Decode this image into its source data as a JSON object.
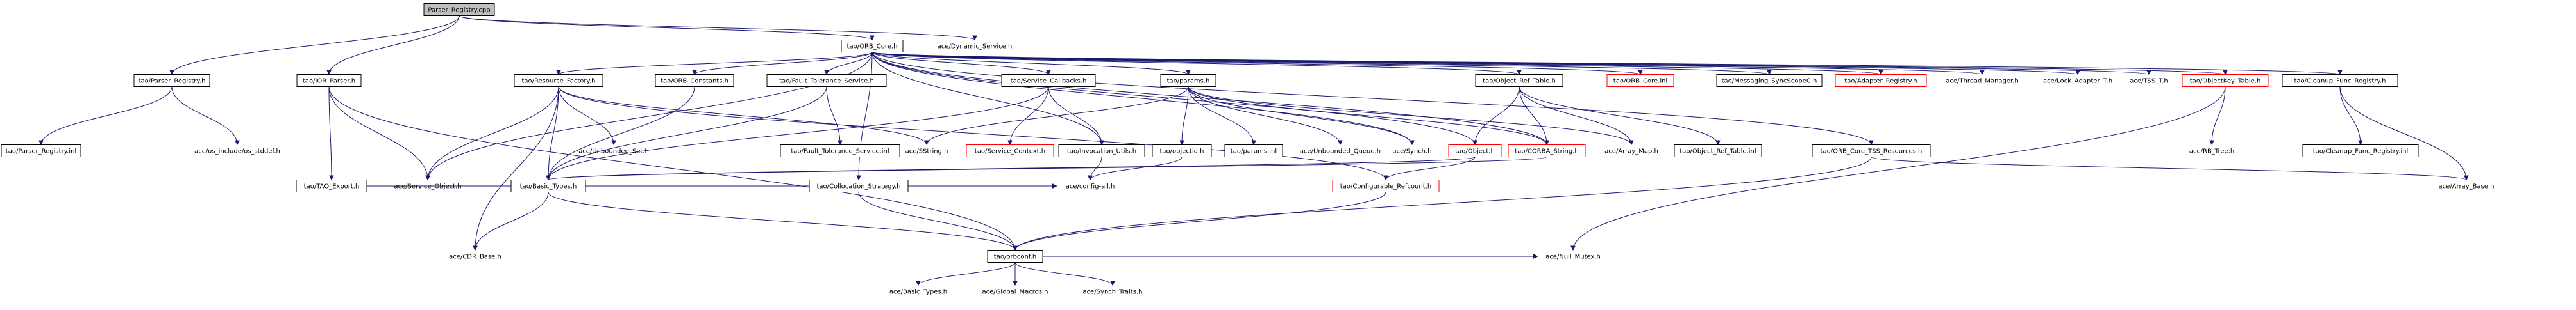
{
  "graph": {
    "edge_color": "#191970",
    "border_red": "#ff0000",
    "root_fill": "#bfbfbf",
    "nodes": [
      {
        "id": "parser_registry_cpp",
        "label": "Parser_Registry.cpp",
        "style": "root"
      },
      {
        "id": "tao_parser_registry_h",
        "label": "tao/Parser_Registry.h",
        "style": "plain"
      },
      {
        "id": "tao_orb_core_h",
        "label": "tao/ORB_Core.h",
        "style": "plain"
      },
      {
        "id": "ace_dynamic_service_h",
        "label": "ace/Dynamic_Service.h",
        "style": "none"
      },
      {
        "id": "tao_parser_registry_inl",
        "label": "tao/Parser_Registry.inl",
        "style": "plain"
      },
      {
        "id": "ace_os_include_os_stddef_h",
        "label": "ace/os_include/os_stddef.h",
        "style": "none"
      },
      {
        "id": "tao_ior_parser_h",
        "label": "tao/IOR_Parser.h",
        "style": "plain"
      },
      {
        "id": "tao_tao_export_h",
        "label": "tao/TAO_Export.h",
        "style": "plain"
      },
      {
        "id": "ace_service_object_h",
        "label": "ace/Service_Object.h",
        "style": "none"
      },
      {
        "id": "tao_resource_factory_h",
        "label": "tao/Resource_Factory.h",
        "style": "plain"
      },
      {
        "id": "ace_unbounded_set_h",
        "label": "ace/Unbounded_Set.h",
        "style": "none"
      },
      {
        "id": "tao_orb_constants_h",
        "label": "tao/ORB_Constants.h",
        "style": "plain"
      },
      {
        "id": "tao_fault_tolerance_service_h",
        "label": "tao/Fault_Tolerance_Service.h",
        "style": "plain"
      },
      {
        "id": "tao_fault_tolerance_service_inl",
        "label": "tao/Fault_Tolerance_Service.inl",
        "style": "plain"
      },
      {
        "id": "ace_sstring_h",
        "label": "ace/SString.h",
        "style": "none"
      },
      {
        "id": "tao_service_callbacks_h",
        "label": "tao/Service_Callbacks.h",
        "style": "plain"
      },
      {
        "id": "tao_service_context_h",
        "label": "tao/Service_Context.h",
        "style": "red"
      },
      {
        "id": "tao_invocation_utils_h",
        "label": "tao/Invocation_Utils.h",
        "style": "plain"
      },
      {
        "id": "tao_params_h",
        "label": "tao/params.h",
        "style": "plain"
      },
      {
        "id": "tao_objectid_h",
        "label": "tao/objectid.h",
        "style": "plain"
      },
      {
        "id": "tao_params_inl",
        "label": "tao/params.inl",
        "style": "plain"
      },
      {
        "id": "ace_unbounded_queue_h",
        "label": "ace/Unbounded_Queue.h",
        "style": "none"
      },
      {
        "id": "ace_synch_h",
        "label": "ace/Synch.h",
        "style": "none"
      },
      {
        "id": "tao_object_ref_table_h",
        "label": "tao/Object_Ref_Table.h",
        "style": "plain"
      },
      {
        "id": "tao_object_h",
        "label": "tao/Object.h",
        "style": "red"
      },
      {
        "id": "tao_corba_string_h",
        "label": "tao/CORBA_String.h",
        "style": "red"
      },
      {
        "id": "ace_array_map_h",
        "label": "ace/Array_Map.h",
        "style": "none"
      },
      {
        "id": "tao_object_ref_table_inl",
        "label": "tao/Object_Ref_Table.inl",
        "style": "plain"
      },
      {
        "id": "tao_orb_core_inl",
        "label": "tao/ORB_Core.inl",
        "style": "red"
      },
      {
        "id": "tao_messaging_syncscopec_h",
        "label": "tao/Messaging_SyncScopeC.h",
        "style": "plain"
      },
      {
        "id": "tao_adapter_registry_h",
        "label": "tao/Adapter_Registry.h",
        "style": "red"
      },
      {
        "id": "ace_thread_manager_h",
        "label": "ace/Thread_Manager.h",
        "style": "none"
      },
      {
        "id": "ace_lock_adapter_t_h",
        "label": "ace/Lock_Adapter_T.h",
        "style": "none"
      },
      {
        "id": "ace_tss_t_h",
        "label": "ace/TSS_T.h",
        "style": "none"
      },
      {
        "id": "tao_objectkey_table_h",
        "label": "tao/ObjectKey_Table.h",
        "style": "red"
      },
      {
        "id": "ace_rb_tree_h",
        "label": "ace/RB_Tree.h",
        "style": "none"
      },
      {
        "id": "tao_cleanup_func_registry_h",
        "label": "tao/Cleanup_Func_Registry.h",
        "style": "plain"
      },
      {
        "id": "tao_cleanup_func_registry_inl",
        "label": "tao/Cleanup_Func_Registry.inl",
        "style": "plain"
      },
      {
        "id": "tao_orb_core_tss_resources_h",
        "label": "tao/ORB_Core_TSS_Resources.h",
        "style": "plain"
      },
      {
        "id": "ace_array_base_h",
        "label": "ace/Array_Base.h",
        "style": "none"
      },
      {
        "id": "tao_basic_types_h",
        "label": "tao/Basic_Types.h",
        "style": "plain"
      },
      {
        "id": "ace_config_all_h",
        "label": "ace/config-all.h",
        "style": "none"
      },
      {
        "id": "ace_cdr_base_h",
        "label": "ace/CDR_Base.h",
        "style": "none"
      },
      {
        "id": "tao_collocation_strategy_h",
        "label": "tao/Collocation_Strategy.h",
        "style": "plain"
      },
      {
        "id": "tao_configurable_refcount_h",
        "label": "tao/Configurable_Refcount.h",
        "style": "red"
      },
      {
        "id": "tao_orbconf_h",
        "label": "tao/orbconf.h",
        "style": "plain"
      },
      {
        "id": "ace_null_mutex_h",
        "label": "ace/Null_Mutex.h",
        "style": "none"
      },
      {
        "id": "ace_basic_types_h",
        "label": "ace/Basic_Types.h",
        "style": "none"
      },
      {
        "id": "ace_global_macros_h",
        "label": "ace/Global_Macros.h",
        "style": "none"
      },
      {
        "id": "ace_synch_traits_h",
        "label": "ace/Synch_Traits.h",
        "style": "none"
      }
    ],
    "edges": [
      [
        "parser_registry_cpp",
        "tao_parser_registry_h"
      ],
      [
        "parser_registry_cpp",
        "tao_orb_core_h"
      ],
      [
        "parser_registry_cpp",
        "ace_dynamic_service_h"
      ],
      [
        "parser_registry_cpp",
        "tao_ior_parser_h"
      ],
      [
        "tao_parser_registry_h",
        "tao_parser_registry_inl"
      ],
      [
        "tao_parser_registry_h",
        "ace_os_include_os_stddef_h"
      ],
      [
        "tao_ior_parser_h",
        "tao_tao_export_h"
      ],
      [
        "tao_ior_parser_h",
        "ace_service_object_h"
      ],
      [
        "tao_ior_parser_h",
        "tao_orbconf_h"
      ],
      [
        "tao_tao_export_h",
        "ace_config_all_h"
      ],
      [
        "tao_orb_core_h",
        "tao_resource_factory_h"
      ],
      [
        "tao_orb_core_h",
        "tao_orb_constants_h"
      ],
      [
        "tao_orb_core_h",
        "tao_fault_tolerance_service_h"
      ],
      [
        "tao_orb_core_h",
        "tao_service_callbacks_h"
      ],
      [
        "tao_orb_core_h",
        "tao_params_h"
      ],
      [
        "tao_orb_core_h",
        "tao_object_ref_table_h"
      ],
      [
        "tao_orb_core_h",
        "tao_orb_core_inl"
      ],
      [
        "tao_orb_core_h",
        "tao_messaging_syncscopec_h"
      ],
      [
        "tao_orb_core_h",
        "tao_adapter_registry_h"
      ],
      [
        "tao_orb_core_h",
        "ace_thread_manager_h"
      ],
      [
        "tao_orb_core_h",
        "ace_lock_adapter_t_h"
      ],
      [
        "tao_orb_core_h",
        "ace_tss_t_h"
      ],
      [
        "tao_orb_core_h",
        "tao_objectkey_table_h"
      ],
      [
        "tao_orb_core_h",
        "tao_cleanup_func_registry_h"
      ],
      [
        "tao_orb_core_h",
        "tao_orb_core_tss_resources_h"
      ],
      [
        "tao_orb_core_h",
        "ace_service_object_h"
      ],
      [
        "tao_orb_core_h",
        "tao_collocation_strategy_h"
      ],
      [
        "tao_orb_core_h",
        "tao_object_h"
      ],
      [
        "tao_orb_core_h",
        "tao_invocation_utils_h"
      ],
      [
        "tao_orb_core_h",
        "tao_corba_string_h"
      ],
      [
        "tao_orb_core_h",
        "ace_synch_h"
      ],
      [
        "tao_resource_factory_h",
        "ace_service_object_h"
      ],
      [
        "tao_resource_factory_h",
        "ace_unbounded_set_h"
      ],
      [
        "tao_resource_factory_h",
        "ace_sstring_h"
      ],
      [
        "tao_resource_factory_h",
        "tao_basic_types_h"
      ],
      [
        "tao_resource_factory_h",
        "ace_cdr_base_h"
      ],
      [
        "tao_resource_factory_h",
        "tao_configurable_refcount_h"
      ],
      [
        "tao_orb_constants_h",
        "tao_basic_types_h"
      ],
      [
        "tao_fault_tolerance_service_h",
        "tao_fault_tolerance_service_inl"
      ],
      [
        "tao_fault_tolerance_service_h",
        "tao_basic_types_h"
      ],
      [
        "tao_service_callbacks_h",
        "tao_service_context_h"
      ],
      [
        "tao_service_callbacks_h",
        "tao_invocation_utils_h"
      ],
      [
        "tao_service_callbacks_h",
        "tao_basic_types_h"
      ],
      [
        "tao_params_h",
        "tao_objectid_h"
      ],
      [
        "tao_params_h",
        "tao_params_inl"
      ],
      [
        "tao_params_h",
        "ace_unbounded_queue_h"
      ],
      [
        "tao_params_h",
        "ace_synch_h"
      ],
      [
        "tao_params_h",
        "tao_corba_string_h"
      ],
      [
        "tao_params_h",
        "ace_array_map_h"
      ],
      [
        "tao_params_h",
        "ace_sstring_h"
      ],
      [
        "tao_objectid_h",
        "ace_config_all_h"
      ],
      [
        "tao_invocation_utils_h",
        "ace_config_all_h"
      ],
      [
        "tao_object_ref_table_h",
        "tao_object_h"
      ],
      [
        "tao_object_ref_table_h",
        "tao_corba_string_h"
      ],
      [
        "tao_object_ref_table_h",
        "ace_array_map_h"
      ],
      [
        "tao_object_ref_table_h",
        "tao_object_ref_table_inl"
      ],
      [
        "tao_object_h",
        "tao_basic_types_h"
      ],
      [
        "tao_object_h",
        "tao_configurable_refcount_h"
      ],
      [
        "tao_corba_string_h",
        "tao_basic_types_h"
      ],
      [
        "tao_objectkey_table_h",
        "ace_rb_tree_h"
      ],
      [
        "tao_objectkey_table_h",
        "ace_null_mutex_h"
      ],
      [
        "tao_cleanup_func_registry_h",
        "tao_cleanup_func_registry_inl"
      ],
      [
        "tao_cleanup_func_registry_h",
        "ace_array_base_h"
      ],
      [
        "tao_orb_core_tss_resources_h",
        "ace_array_base_h"
      ],
      [
        "tao_orb_core_tss_resources_h",
        "tao_orbconf_h"
      ],
      [
        "tao_basic_types_h",
        "ace_cdr_base_h"
      ],
      [
        "tao_basic_types_h",
        "tao_orbconf_h"
      ],
      [
        "tao_collocation_strategy_h",
        "tao_orbconf_h"
      ],
      [
        "tao_configurable_refcount_h",
        "tao_orbconf_h"
      ],
      [
        "tao_orbconf_h",
        "ace_basic_types_h"
      ],
      [
        "tao_orbconf_h",
        "ace_global_macros_h"
      ],
      [
        "tao_orbconf_h",
        "ace_synch_traits_h"
      ],
      [
        "tao_orbconf_h",
        "ace_null_mutex_h"
      ]
    ]
  }
}
